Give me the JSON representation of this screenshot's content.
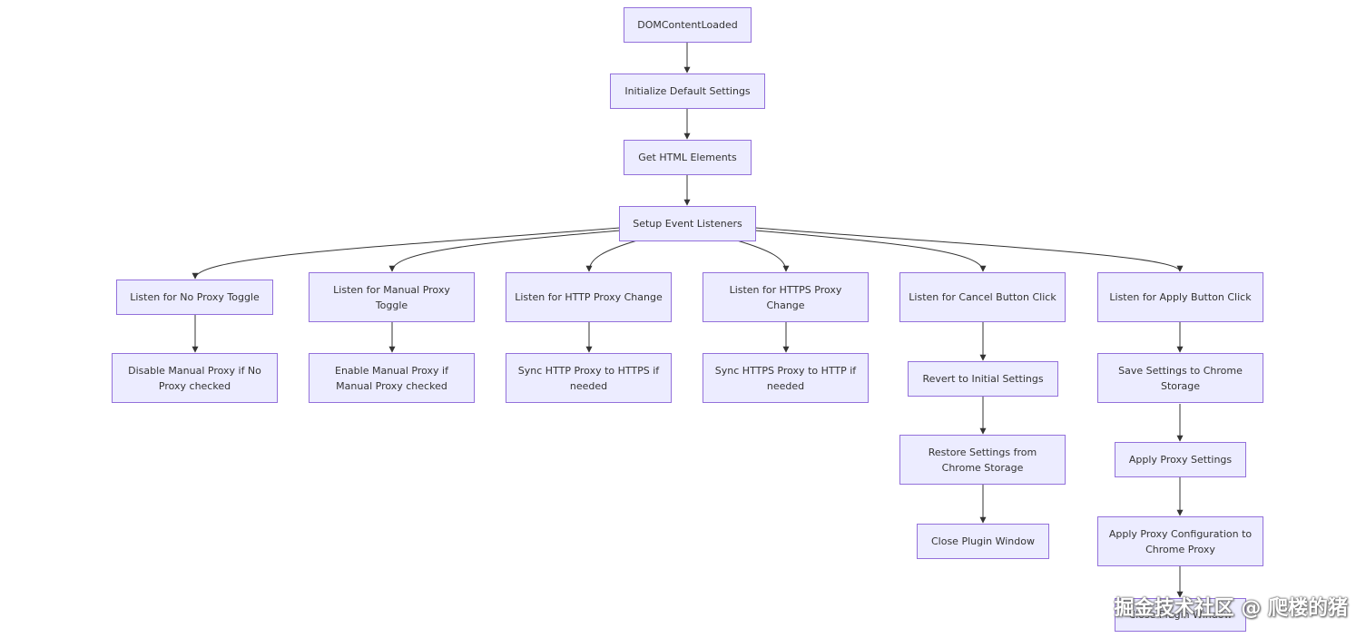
{
  "nodes": {
    "dom_content_loaded": "DOMContentLoaded",
    "init_default": "Initialize Default Settings",
    "get_html": "Get HTML Elements",
    "setup_listeners": "Setup Event Listeners",
    "listen_no_proxy": "Listen for No Proxy Toggle",
    "listen_manual": "Listen for Manual Proxy Toggle",
    "listen_http": "Listen for HTTP Proxy Change",
    "listen_https": "Listen for HTTPS Proxy Change",
    "listen_cancel": "Listen for Cancel Button Click",
    "listen_apply": "Listen for Apply Button Click",
    "disable_manual": "Disable Manual Proxy if No Proxy checked",
    "enable_manual": "Enable Manual Proxy if Manual Proxy checked",
    "sync_http": "Sync HTTP Proxy to HTTPS if needed",
    "sync_https": "Sync HTTPS Proxy to HTTP if needed",
    "revert_initial": "Revert to Initial Settings",
    "restore_settings": "Restore Settings from Chrome Storage",
    "close_window_cancel": "Close Plugin Window",
    "save_settings": "Save Settings to Chrome Storage",
    "apply_proxy": "Apply Proxy Settings",
    "apply_config": "Apply Proxy Configuration to Chrome Proxy",
    "close_window_apply": "Close Plugin Window"
  },
  "watermark": "掘金技术社区 @ 爬楼的猪",
  "colors": {
    "node_fill": "#ececff",
    "node_border": "#9370db",
    "edge": "#333333",
    "text": "#333333"
  }
}
